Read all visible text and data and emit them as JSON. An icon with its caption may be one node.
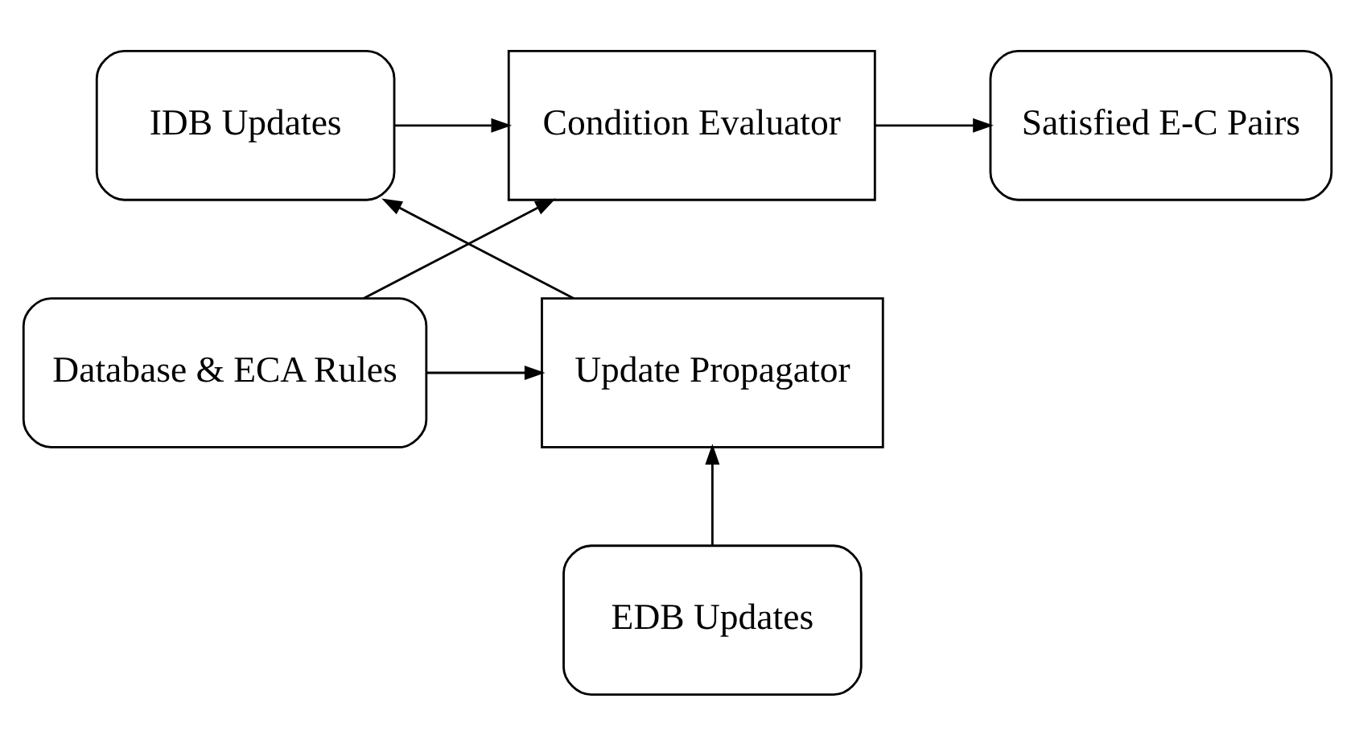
{
  "diagram": {
    "nodes": [
      {
        "text": [
          "IDB Updates"
        ]
      },
      {
        "text": [
          "Condition Evaluator"
        ]
      },
      {
        "text": [
          "Satisfied E-C Pairs"
        ]
      },
      {
        "text": [
          "Update Propagator"
        ]
      },
      {
        "text": [
          "Database & ECA Rules"
        ]
      },
      {
        "text": [
          "EDB Updates"
        ]
      }
    ],
    "edges": [
      {
        "from": 0,
        "to": 1,
        "arrow": "to"
      },
      {
        "from": 1,
        "to": 2,
        "arrow": "to"
      },
      {
        "from": 3,
        "to": 0,
        "arrow": "to"
      },
      {
        "from": 4,
        "to": 1,
        "arrow": "to"
      },
      {
        "from": 4,
        "to": 3,
        "arrow": "to"
      },
      {
        "from": 5,
        "to": 3,
        "arrow": "to"
      }
    ]
  }
}
